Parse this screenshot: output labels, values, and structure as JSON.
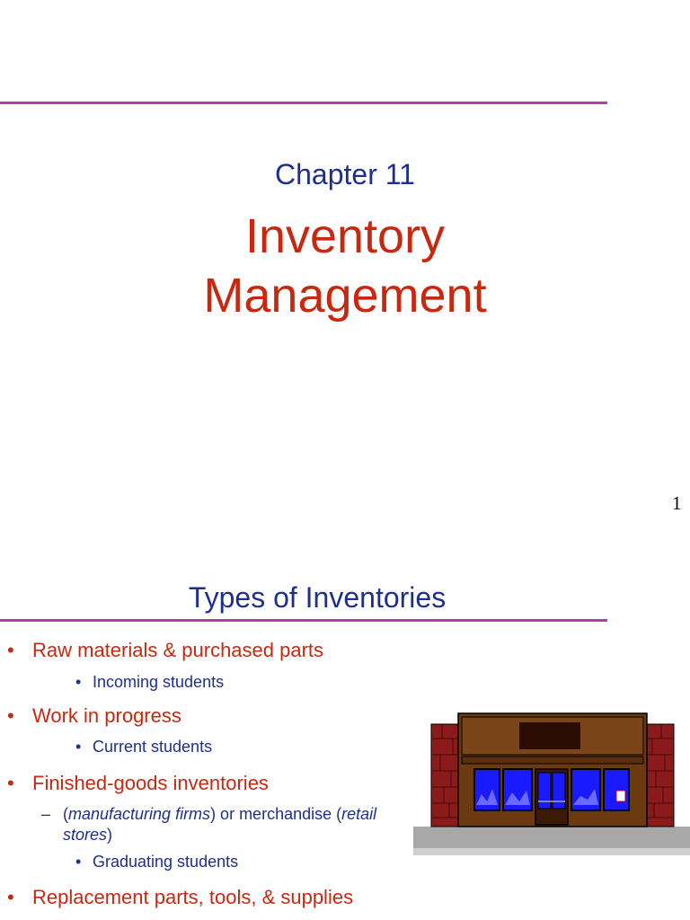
{
  "slide1": {
    "chapter": "Chapter 11",
    "title_line1": "Inventory",
    "title_line2": "Management",
    "page_number": "1"
  },
  "slide2": {
    "title": "Types of Inventories",
    "bullets": [
      "Raw materials & purchased parts",
      "Work in progress",
      "Finished-goods inventories",
      "Replacement parts, tools, & supplies"
    ],
    "sub_bullets": {
      "raw": "Incoming students",
      "wip": "Current students",
      "finished": "Graduating students"
    },
    "dash_item": {
      "open1": "(",
      "italic1": "manufacturing firms",
      "mid": ") or merchandise (",
      "italic2": "retail",
      "italic3": "stores",
      "close": ")"
    }
  },
  "colors": {
    "rule": "#b23fa0",
    "red_text": "#c8280f",
    "blue_text": "#1f2f8f"
  }
}
